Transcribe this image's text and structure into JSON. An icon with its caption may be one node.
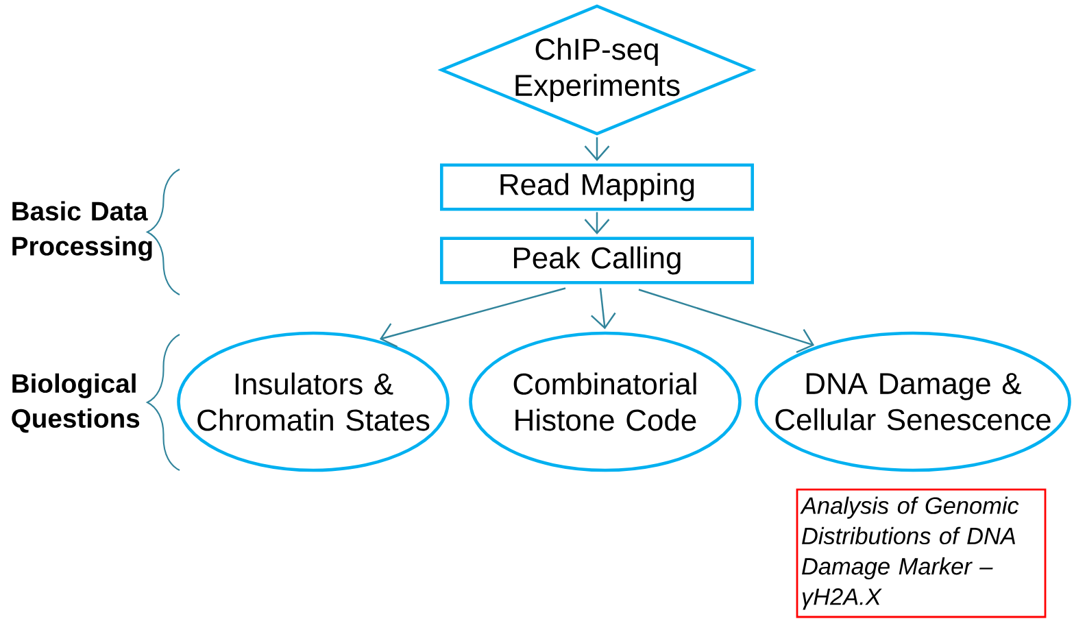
{
  "diagram": {
    "nodes": [
      {
        "text": [
          "ChIP-seq Experiments"
        ]
      },
      {
        "text": [
          "Read Mapping"
        ]
      },
      {
        "text": [
          "Peak Calling"
        ]
      },
      {
        "text": [
          "Insulators & Chromatin States"
        ]
      },
      {
        "text": [
          "Combinatorial Histone Code"
        ]
      },
      {
        "text": [
          "DNA Damage & Cellular Senescence"
        ]
      },
      {
        "text": [
          "Analysis of Genomic Distributions of DNA Damage Marker – γH2A.X"
        ]
      }
    ],
    "edges": [
      {
        "from": 0,
        "to": 1,
        "arrow": "to"
      },
      {
        "from": 1,
        "to": 2,
        "arrow": "to"
      },
      {
        "from": 2,
        "to": 3,
        "arrow": "to"
      },
      {
        "from": 2,
        "to": 4,
        "arrow": "to"
      },
      {
        "from": 2,
        "to": 5,
        "arrow": "to"
      }
    ],
    "labels": [
      "Basic Data Processing",
      "Biological Questions"
    ]
  }
}
